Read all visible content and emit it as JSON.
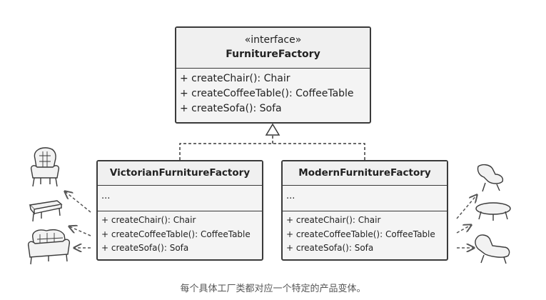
{
  "interface_class": {
    "stereotype": "«interface»",
    "name": "FurnitureFactory",
    "operations": [
      "+ createChair(): Chair",
      "+ createCoffeeTable(): CoffeeTable",
      "+ createSofa(): Sofa"
    ]
  },
  "concrete_classes": [
    {
      "name": "VictorianFurnitureFactory",
      "fields": "...",
      "operations": [
        "+ createChair(): Chair",
        "+ createCoffeeTable(): CoffeeTable",
        "+ createSofa(): Sofa"
      ]
    },
    {
      "name": "ModernFurnitureFactory",
      "fields": "...",
      "operations": [
        "+ createChair(): Chair",
        "+ createCoffeeTable(): CoffeeTable",
        "+ createSofa(): Sofa"
      ]
    }
  ],
  "products": {
    "victorian": [
      "victorian-chair-icon",
      "victorian-coffee-table-icon",
      "victorian-sofa-icon"
    ],
    "modern": [
      "modern-chair-icon",
      "modern-coffee-table-icon",
      "modern-sofa-icon"
    ]
  },
  "caption": "每个具体工厂类都对应一个特定的产品变体。",
  "colors": {
    "border": "#3a3a3a",
    "box_fill": "#f4f4f4",
    "connector": "#555555"
  }
}
